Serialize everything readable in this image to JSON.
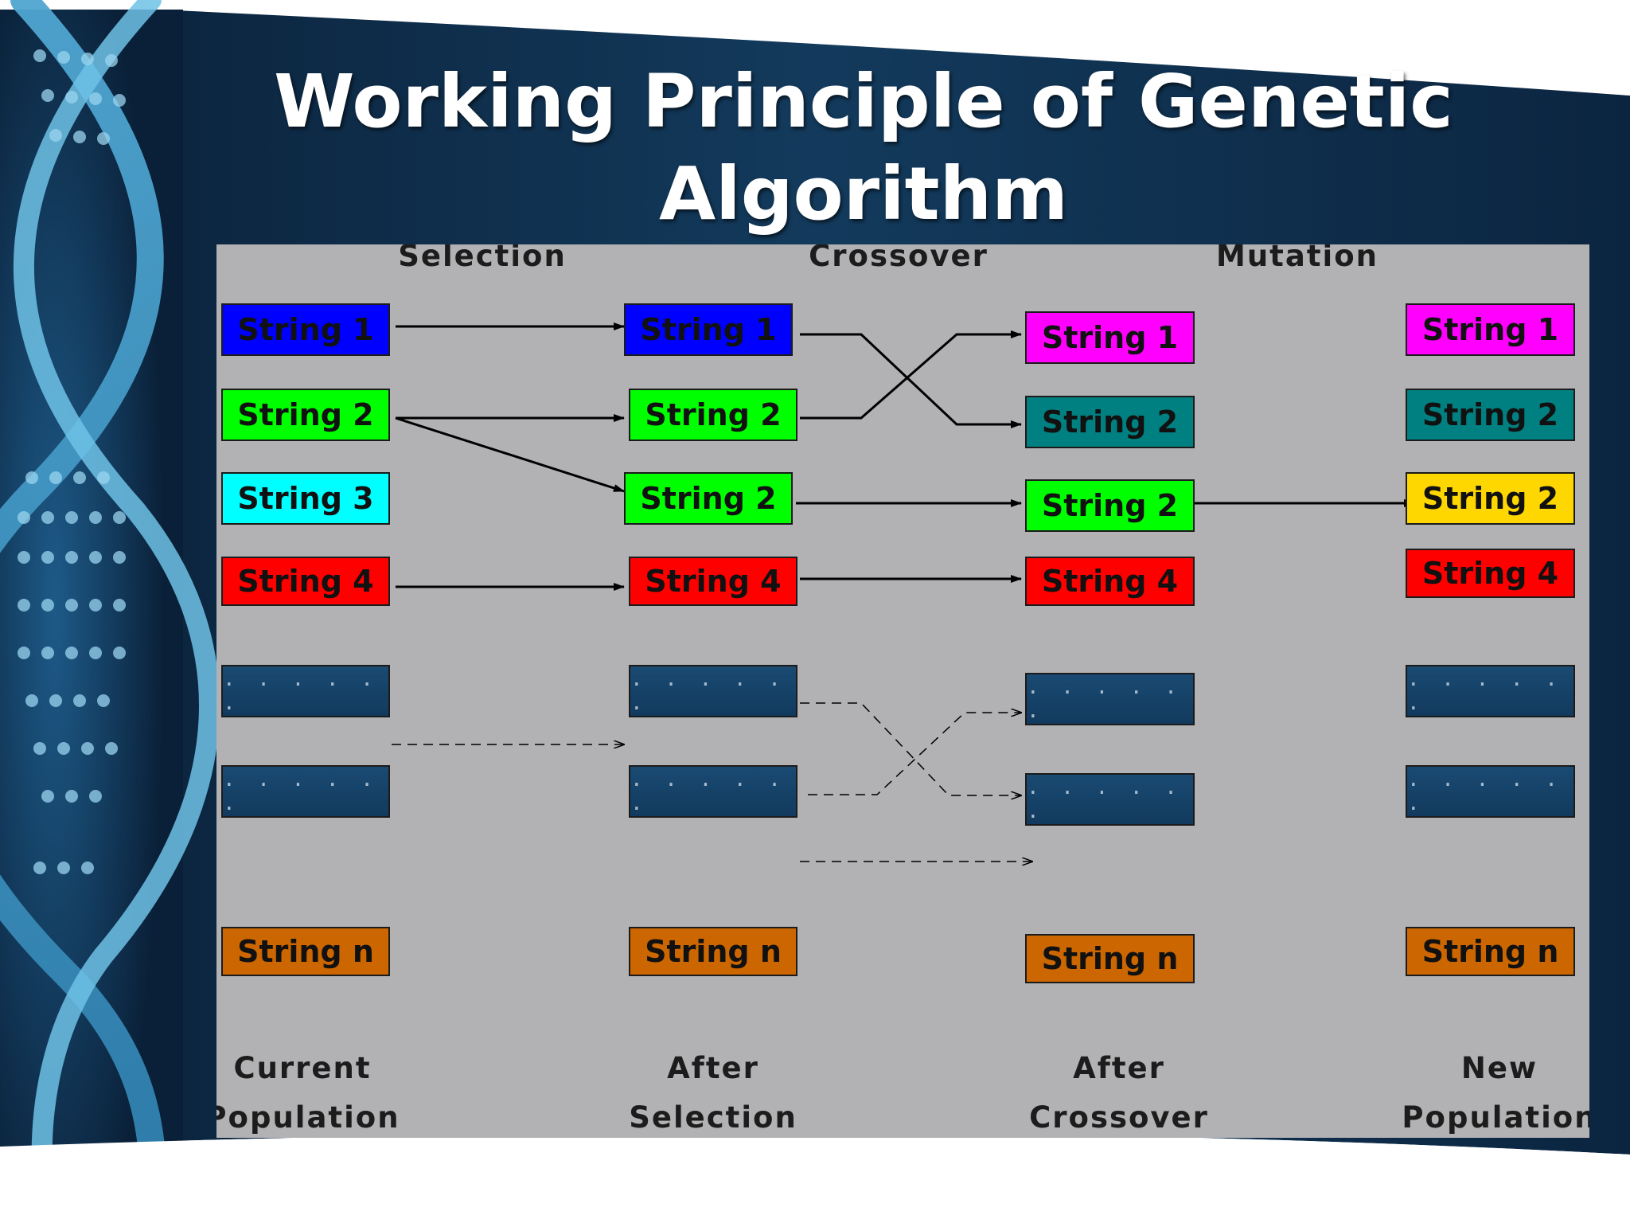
{
  "slide": {
    "title_line1": "Working Principle of Genetic",
    "title_line2": "Algorithm"
  },
  "diagram": {
    "stages": [
      "Selection",
      "Crossover",
      "Mutation"
    ],
    "columns": [
      {
        "label_line1": "Current",
        "label_line2": "Population",
        "strings": [
          {
            "label": "String 1",
            "color": "#0000ff"
          },
          {
            "label": "String 2",
            "color": "#00ff00"
          },
          {
            "label": "String 3",
            "color": "#00ffff"
          },
          {
            "label": "String 4",
            "color": "#ff0000"
          },
          {
            "label": "String n",
            "color": "#cc6600"
          }
        ],
        "placeholders": [
          ". . . . . .",
          ". . . . . ."
        ]
      },
      {
        "label_line1": "After",
        "label_line2": "Selection",
        "strings": [
          {
            "label": "String 1",
            "color": "#0000ff"
          },
          {
            "label": "String 2",
            "color": "#00ff00"
          },
          {
            "label": "String 2",
            "color": "#00ff00"
          },
          {
            "label": "String 4",
            "color": "#ff0000"
          },
          {
            "label": "String n",
            "color": "#cc6600"
          }
        ],
        "placeholders": [
          ". . . . . .",
          ". . . . . ."
        ]
      },
      {
        "label_line1": "After",
        "label_line2": "Crossover",
        "strings": [
          {
            "label": "String 1",
            "color": "#ff00ff"
          },
          {
            "label": "String 2",
            "color": "#008080"
          },
          {
            "label": "String 2",
            "color": "#00ff00"
          },
          {
            "label": "String 4",
            "color": "#ff0000"
          },
          {
            "label": "String n",
            "color": "#cc6600"
          }
        ],
        "placeholders": [
          ". . . . . .",
          ". . . . . ."
        ]
      },
      {
        "label_line1": "New",
        "label_line2": "Population",
        "strings": [
          {
            "label": "String 1",
            "color": "#ff00ff"
          },
          {
            "label": "String 2",
            "color": "#008080"
          },
          {
            "label": "String 2",
            "color": "#ffd700"
          },
          {
            "label": "String 4",
            "color": "#ff0000"
          },
          {
            "label": "String n",
            "color": "#cc6600"
          }
        ],
        "placeholders": [
          ". . . . . .",
          ". . . . . ."
        ]
      }
    ]
  }
}
